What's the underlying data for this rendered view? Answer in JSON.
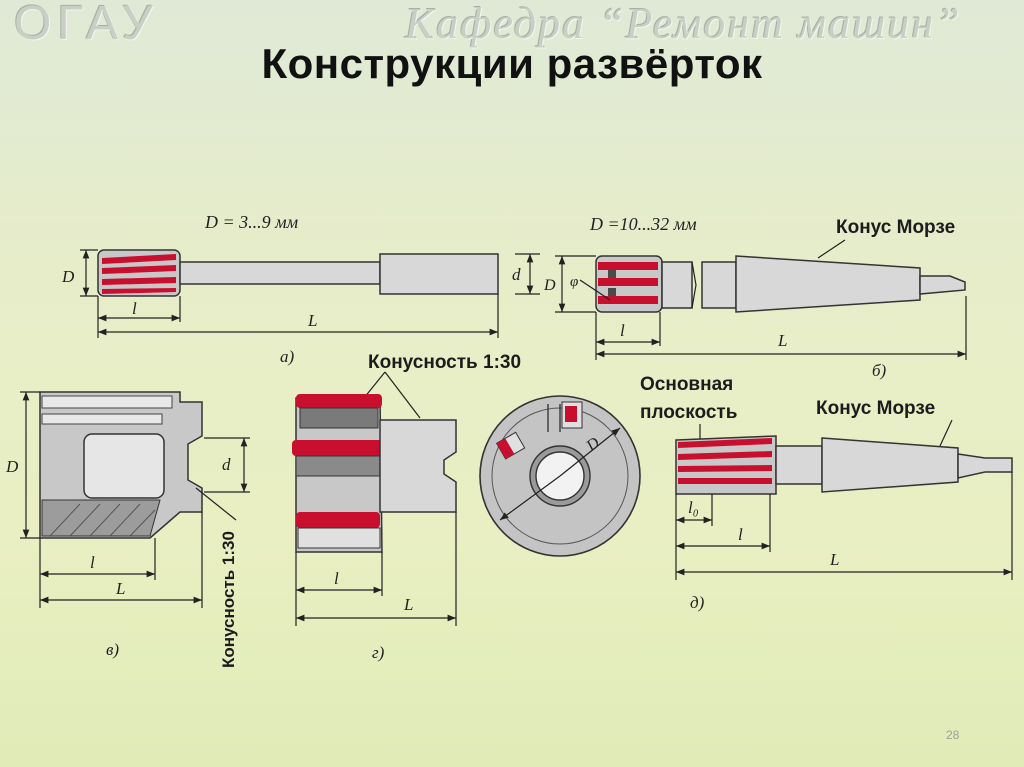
{
  "watermark": {
    "left": "ОГАУ",
    "right": "Кафедра “Ремонт машин”"
  },
  "title": "Конструкции развёрток",
  "page_number": "28",
  "labels": {
    "a_dim": "D = 3...9 мм",
    "b_dim": "D =10...32 мм",
    "morse_cone_b": "Конус Морзе",
    "taper_g": "Конусность 1:30",
    "main_plane_1": "Основная",
    "main_plane_2": "плоскость",
    "morse_cone_d": "Конус Морзе",
    "taper_v": "Конусность 1:30"
  },
  "letters": {
    "D": "D",
    "d": "d",
    "l": "l",
    "L": "L",
    "l0": "l₀",
    "phi": "φ",
    "a": "а)",
    "b": "б)",
    "v": "в)",
    "g": "г)",
    "d_fig": "д)"
  }
}
